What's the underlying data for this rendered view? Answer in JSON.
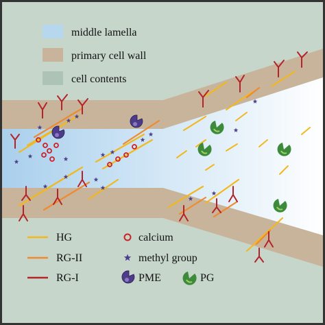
{
  "legend_regions": [
    {
      "label": "middle lamella",
      "color": "#b7d7ef"
    },
    {
      "label": "primary cell wall",
      "color": "#c8b49b"
    },
    {
      "label": "cell contents",
      "color": "#c6d6cb"
    }
  ],
  "legend_components": [
    {
      "label": "HG",
      "symbol": "line",
      "color": "#f2b81f"
    },
    {
      "label": "RG-II",
      "symbol": "line",
      "color": "#ee8a2f"
    },
    {
      "label": "RG-I",
      "symbol": "line",
      "color": "#b5232a"
    },
    {
      "label": "calcium",
      "symbol": "calcium-ring",
      "color": "#cc2027"
    },
    {
      "label": "methyl group",
      "symbol": "star",
      "color": "#4b3f8b"
    },
    {
      "label": "PME",
      "symbol": "pme-enzyme",
      "color": "#4e3b8a"
    },
    {
      "label": "PG",
      "symbol": "pg-enzyme",
      "color": "#3c8a3a"
    }
  ],
  "colors": {
    "background": "#c6d6cb",
    "border": "#333333",
    "wall": "#c8b49b",
    "lamella": "#b7d7ef",
    "separation": "#f5fafc"
  }
}
